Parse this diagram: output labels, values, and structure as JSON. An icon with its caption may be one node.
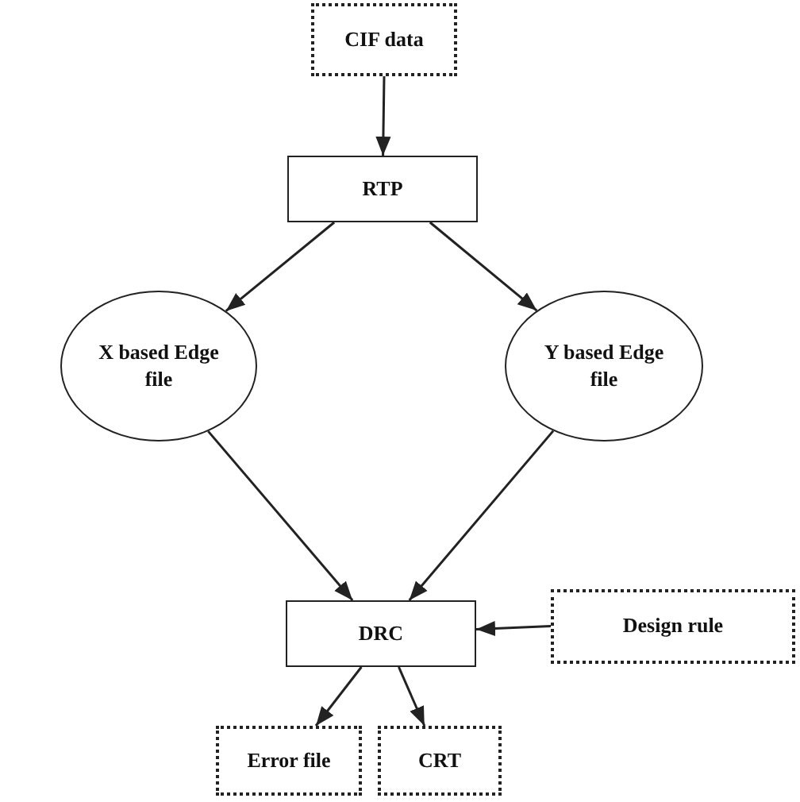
{
  "diagram": {
    "nodes": [
      {
        "text": [
          "CIF data"
        ]
      },
      {
        "text": [
          "RTP"
        ]
      },
      {
        "text": [
          "X based Edge file"
        ]
      },
      {
        "text": [
          "Y based Edge file"
        ]
      },
      {
        "text": [
          "DRC"
        ]
      },
      {
        "text": [
          "Design rule"
        ]
      },
      {
        "text": [
          "Error file"
        ]
      },
      {
        "text": [
          "CRT"
        ]
      }
    ],
    "edges": [
      {
        "from": 0,
        "to": 1,
        "arrow": "to"
      },
      {
        "from": 1,
        "to": 2,
        "arrow": "to"
      },
      {
        "from": 1,
        "to": 3,
        "arrow": "to"
      },
      {
        "from": 2,
        "to": 4,
        "arrow": "to"
      },
      {
        "from": 3,
        "to": 4,
        "arrow": "to"
      },
      {
        "from": 5,
        "to": 4,
        "arrow": "to"
      },
      {
        "from": 4,
        "to": 6,
        "arrow": "to"
      },
      {
        "from": 4,
        "to": 7,
        "arrow": "to"
      }
    ]
  }
}
